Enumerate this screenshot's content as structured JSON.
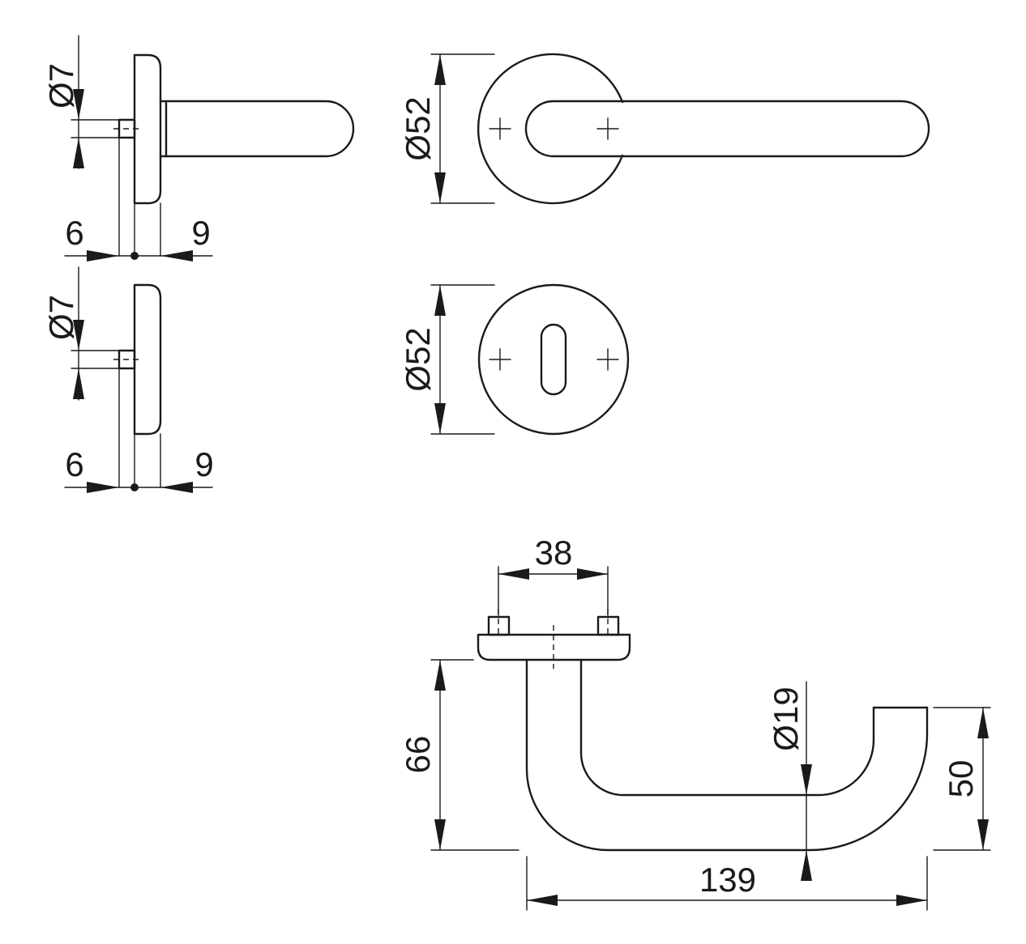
{
  "dimensions": {
    "rose_top_diameter": "Ø7",
    "rose_top_left_offset": "6",
    "rose_top_right_offset": "9",
    "rose_bottom_diameter": "Ø7",
    "rose_bottom_left_offset": "6",
    "rose_bottom_right_offset": "9",
    "lever_rose_diameter": "Ø52",
    "key_rose_diameter": "Ø52",
    "screw_spacing": "38",
    "lever_height": "66",
    "lever_tube_diameter": "Ø19",
    "lever_return": "50",
    "lever_length": "139"
  },
  "colors": {
    "line": "#1a1a1a",
    "background": "#ffffff"
  }
}
